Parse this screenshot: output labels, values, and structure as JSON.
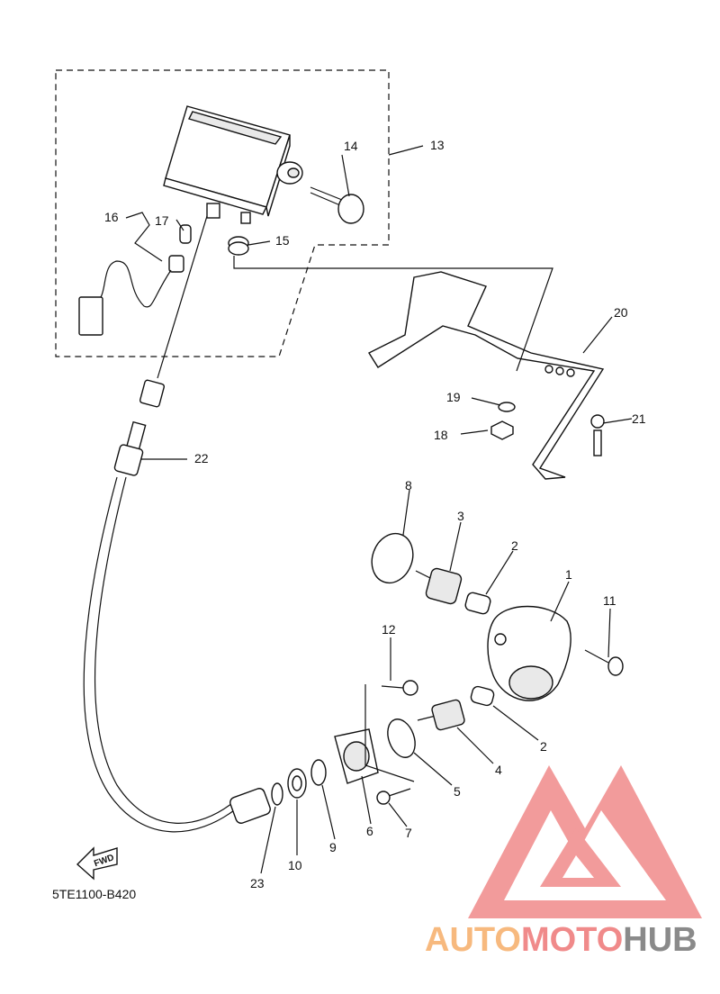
{
  "diagram_code": "5TE1100-B420",
  "fwd_label": "FWD",
  "watermark": {
    "brand_part_1": "AUTO",
    "brand_part_2": "MOTO",
    "brand_part_3": "HUB",
    "color_orange": "#f7b97e",
    "color_red": "#f08a8a",
    "color_gray": "#8a8a8a"
  },
  "callouts": [
    {
      "id": "c1",
      "text": "1"
    },
    {
      "id": "c2a",
      "text": "2"
    },
    {
      "id": "c2b",
      "text": "2"
    },
    {
      "id": "c3",
      "text": "3"
    },
    {
      "id": "c4",
      "text": "4"
    },
    {
      "id": "c5",
      "text": "5"
    },
    {
      "id": "c6",
      "text": "6"
    },
    {
      "id": "c7",
      "text": "7"
    },
    {
      "id": "c8",
      "text": "8"
    },
    {
      "id": "c9",
      "text": "9"
    },
    {
      "id": "c10",
      "text": "10"
    },
    {
      "id": "c11",
      "text": "11"
    },
    {
      "id": "c12",
      "text": "12"
    },
    {
      "id": "c13",
      "text": "13"
    },
    {
      "id": "c14",
      "text": "14"
    },
    {
      "id": "c15",
      "text": "15"
    },
    {
      "id": "c16",
      "text": "16"
    },
    {
      "id": "c17",
      "text": "17"
    },
    {
      "id": "c18",
      "text": "18"
    },
    {
      "id": "c19",
      "text": "19"
    },
    {
      "id": "c20",
      "text": "20"
    },
    {
      "id": "c21",
      "text": "21"
    },
    {
      "id": "c22",
      "text": "22"
    },
    {
      "id": "c23",
      "text": "23"
    }
  ]
}
